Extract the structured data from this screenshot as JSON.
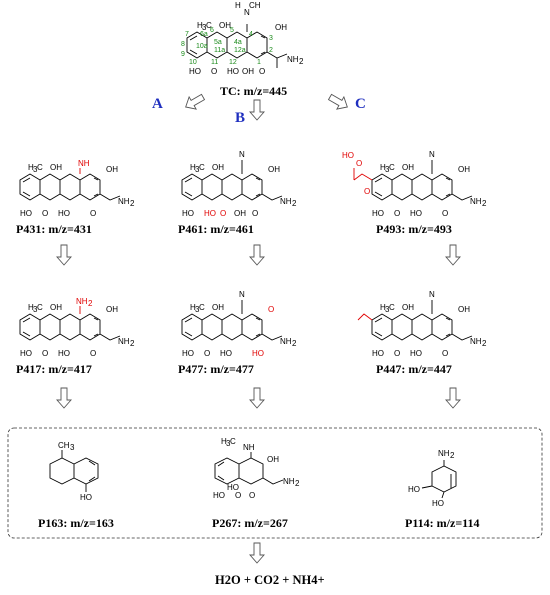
{
  "pathways": [
    "A",
    "B",
    "C"
  ],
  "parent": {
    "label": "TC: m/z=445"
  },
  "compounds": {
    "p431": "P431: m/z=431",
    "p461": "P461: m/z=461",
    "p493": "P493: m/z=493",
    "p417": "P417: m/z=417",
    "p477": "P477: m/z=477",
    "p447": "P447: m/z=447",
    "p163": "P163: m/z=163",
    "p267": "P267: m/z=267",
    "p114": "P114: m/z=114"
  },
  "final_products": "H2O + CO2 + NH4+",
  "atom_numbers": [
    "1",
    "2",
    "3",
    "4",
    "4a",
    "5",
    "5a",
    "6",
    "6a",
    "7",
    "8",
    "9",
    "10",
    "10a",
    "11",
    "11a",
    "12",
    "12a"
  ],
  "colors": {
    "pathway": "#1f2fbf",
    "modified_group": "#e00000",
    "atom_numbering": "#1a8a1a"
  }
}
